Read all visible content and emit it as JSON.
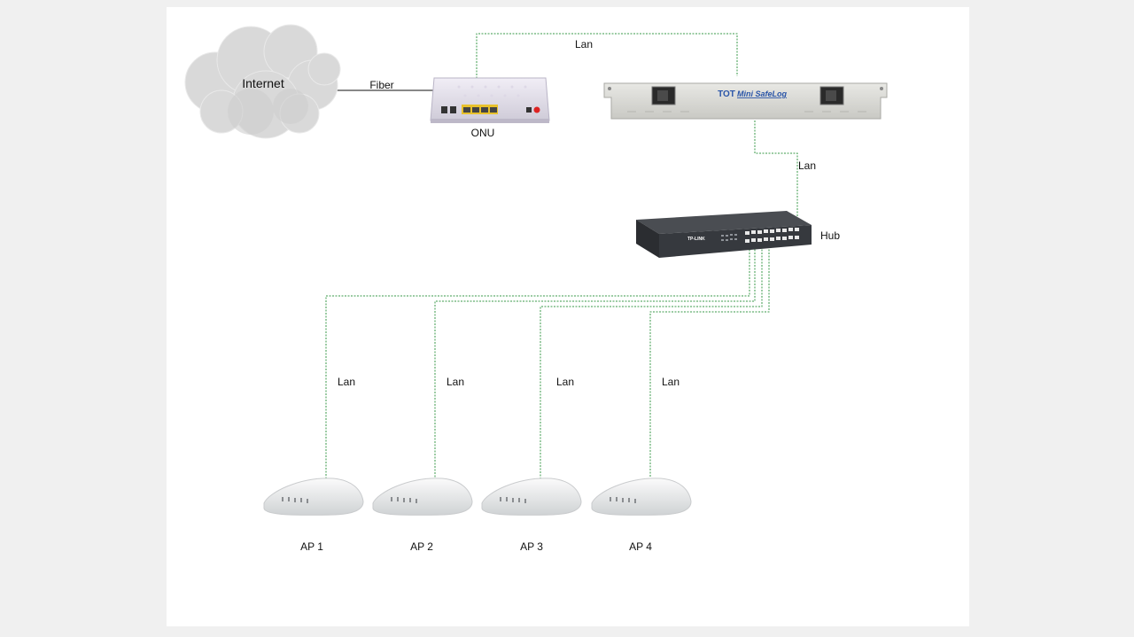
{
  "diagram": {
    "nodes": {
      "internet": {
        "label": "Internet",
        "icon": "cloud-icon"
      },
      "onu": {
        "label": "ONU",
        "icon": "onu-modem-icon"
      },
      "logger": {
        "brand": "TOT",
        "label": "Mini SafeLog",
        "icon": "rack-logger-icon"
      },
      "hub": {
        "label": "Hub",
        "brand": "TP-LINK",
        "icon": "network-switch-icon"
      },
      "aps": [
        {
          "label": "AP 1"
        },
        {
          "label": "AP 2"
        },
        {
          "label": "AP 3"
        },
        {
          "label": "AP 4"
        }
      ]
    },
    "links": {
      "fiber": "Fiber",
      "onu_logger": "Lan",
      "logger_hub": "Lan",
      "hub_ap": [
        "Lan",
        "Lan",
        "Lan",
        "Lan"
      ]
    },
    "colors": {
      "lan": "#3a9a4a",
      "fiber": "#111111",
      "background": "#f0f0f0",
      "canvas": "#ffffff"
    }
  }
}
